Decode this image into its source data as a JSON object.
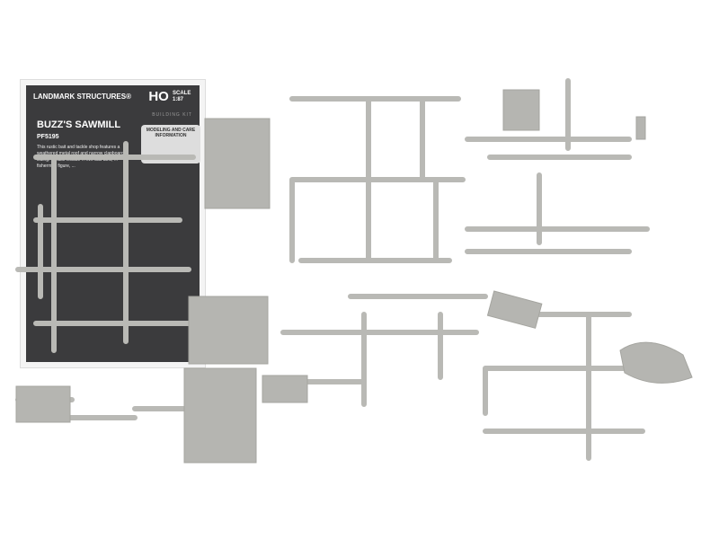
{
  "card": {
    "brand": "LANDMARK STRUCTURES®",
    "scale_mark": "HO",
    "scale_label": "SCALE 1:87",
    "kit_type": "BUILDING KIT",
    "title": "BUZZ'S SAWMILL",
    "code": "PF5195",
    "description": "This rustic bait and tackle shop features a weathered metal roof and narrow clapboard siding. Details include ... live bait tank, ... fisherman figure, ...",
    "care_heading": "MODELING AND CARE INFORMATION"
  },
  "colors": {
    "plastic": "#b9b9b5",
    "card_panel": "#3b3b3d"
  }
}
